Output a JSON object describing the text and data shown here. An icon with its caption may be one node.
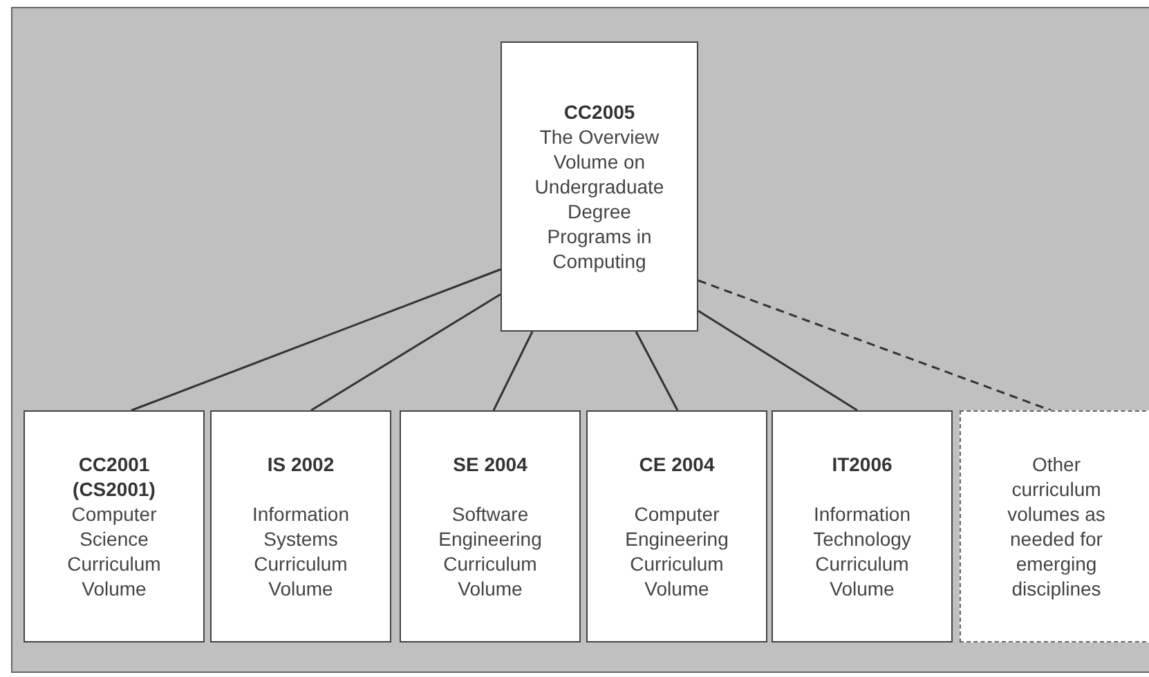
{
  "diagram": {
    "nodes": [
      {
        "text": [
          "CC2005",
          "The Overview Volume on Undergraduate Degree Programs in Computing"
        ]
      },
      {
        "text": [
          "CC2001 (CS2001)",
          "Computer Science Curriculum Volume"
        ]
      },
      {
        "text": [
          "IS 2002",
          "Information Systems Curriculum Volume"
        ]
      },
      {
        "text": [
          "SE 2004",
          "Software Engineering Curriculum Volume"
        ]
      },
      {
        "text": [
          "CE 2004",
          "Computer Engineering Curriculum Volume"
        ]
      },
      {
        "text": [
          "IT2006",
          "Information Technology Curriculum Volume"
        ]
      },
      {
        "text": [
          "Other curriculum volumes as needed for emerging disciplines"
        ]
      }
    ],
    "edges": [
      {
        "from": 0,
        "to": 1,
        "arrow": "none"
      },
      {
        "from": 0,
        "to": 2,
        "arrow": "none"
      },
      {
        "from": 0,
        "to": 3,
        "arrow": "none"
      },
      {
        "from": 0,
        "to": 4,
        "arrow": "none"
      },
      {
        "from": 0,
        "to": 5,
        "arrow": "none"
      },
      {
        "from": 0,
        "to": 6,
        "arrow": "none",
        "style": "dashed"
      }
    ]
  }
}
